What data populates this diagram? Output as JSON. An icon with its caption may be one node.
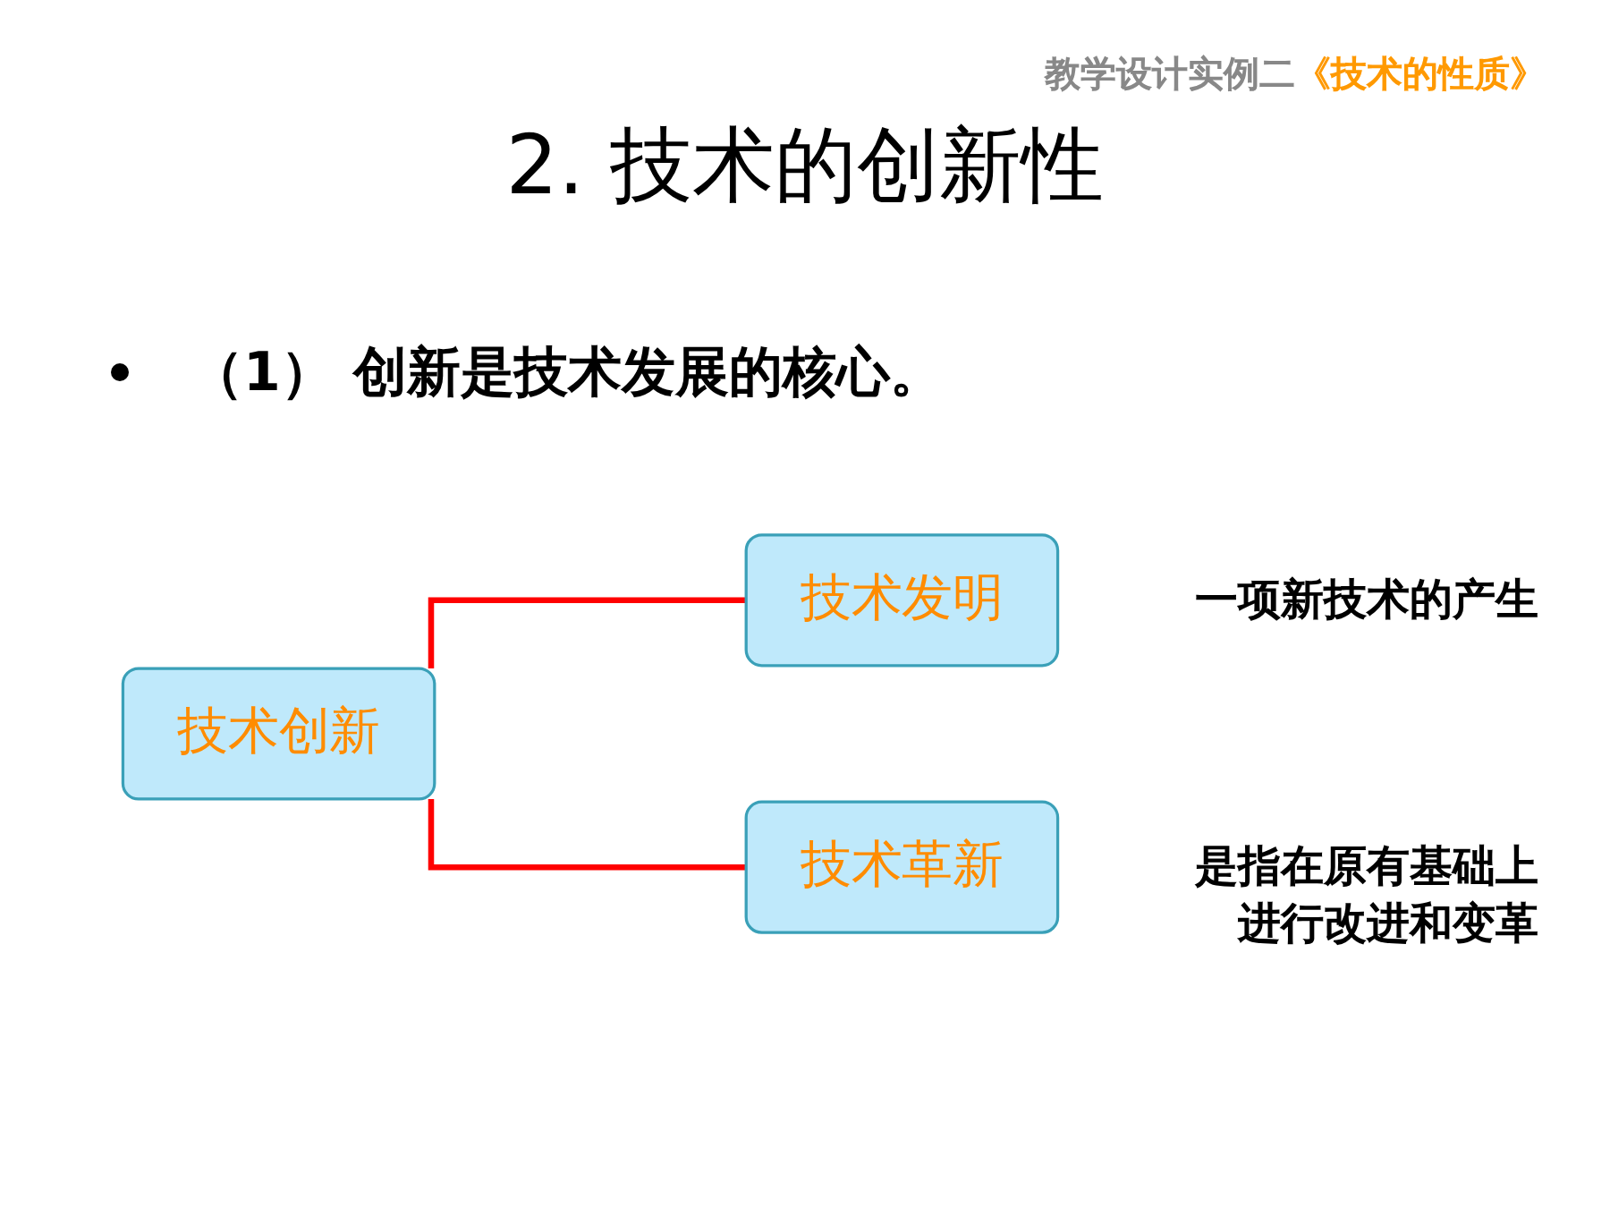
{
  "diagram": {
    "title": "2. 技术的创新性",
    "nodes": [
      {
        "text": [
          "技术创新"
        ]
      },
      {
        "text": [
          "技术发明"
        ],
        "beside": [
          "一项新技术的产生"
        ]
      },
      {
        "text": [
          "技术革新"
        ],
        "beside": [
          "是指在原有基础上进行改进和变革"
        ]
      }
    ],
    "edges": [
      {
        "from": 0,
        "to": 1,
        "arrow": "none"
      },
      {
        "from": 0,
        "to": 2,
        "arrow": "none"
      }
    ],
    "labels": [
      "教学设计实例二",
      "《技术的性质》",
      "（1） 创新是技术发展的核心。"
    ]
  }
}
